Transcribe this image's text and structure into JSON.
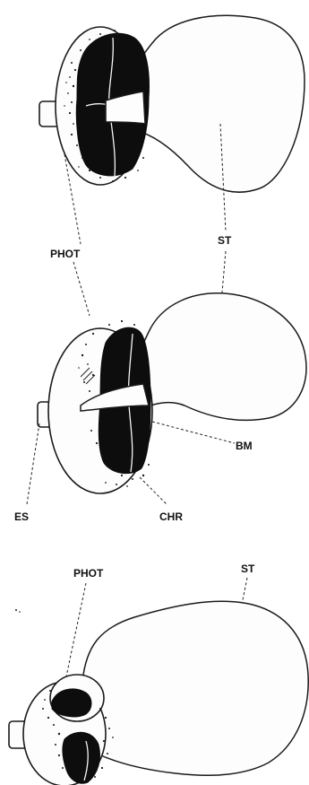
{
  "figure": {
    "panels": [
      {
        "labels": {
          "phot": "PHOT",
          "st": "ST"
        }
      },
      {
        "labels": {
          "bm": "BM",
          "es": "ES",
          "chr": "CHR"
        }
      },
      {
        "labels": {
          "phot": "PHOT",
          "st": "ST"
        }
      }
    ]
  }
}
